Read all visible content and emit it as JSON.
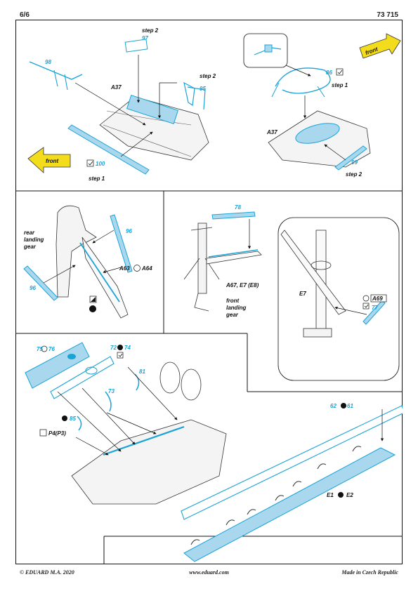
{
  "header": {
    "page": "6/6",
    "code": "73 715"
  },
  "footer": {
    "copyright": "© EDUARD  M.A. 2020",
    "website": "www.eduard.com",
    "origin": "Made in Czech Republic"
  },
  "colors": {
    "pe_blue": "#1aa3d6",
    "pe_fill": "#a9d8ee",
    "arrow_yellow": "#f2dc1b"
  },
  "panel1": {
    "num_98": "98",
    "num_97": "97",
    "step2": "step 2",
    "a37": "A37",
    "step2b": "step 2",
    "num_95": "95",
    "front": "front",
    "num_100": "100",
    "step1": "step 1"
  },
  "panel2": {
    "front": "front",
    "num_86": "86",
    "step1": "step 1",
    "a37": "A37",
    "num_99": "99",
    "step2": "step 2"
  },
  "panel3": {
    "rear1": "rear",
    "rear2": "landing",
    "rear3": "gear",
    "num_96a": "96",
    "num_96b": "96",
    "a63": "A63",
    "a64": "A64"
  },
  "panel4": {
    "num_78": "78",
    "ref": "A67, E7 (E8)",
    "front1": "front",
    "front2": "landing",
    "front3": "gear"
  },
  "panel5": {
    "e7": "E7",
    "a69": "A69",
    "num_77": "77"
  },
  "panel6": {
    "num_75": "75",
    "num_76": "76",
    "num_72": "72",
    "num_74": "74",
    "num_81": "81",
    "num_73": "73",
    "num_85": "85",
    "p4": "P4(P3)"
  },
  "panel7": {
    "num_62": "62",
    "num_61": "61",
    "e1": "E1",
    "e2": "E2"
  }
}
